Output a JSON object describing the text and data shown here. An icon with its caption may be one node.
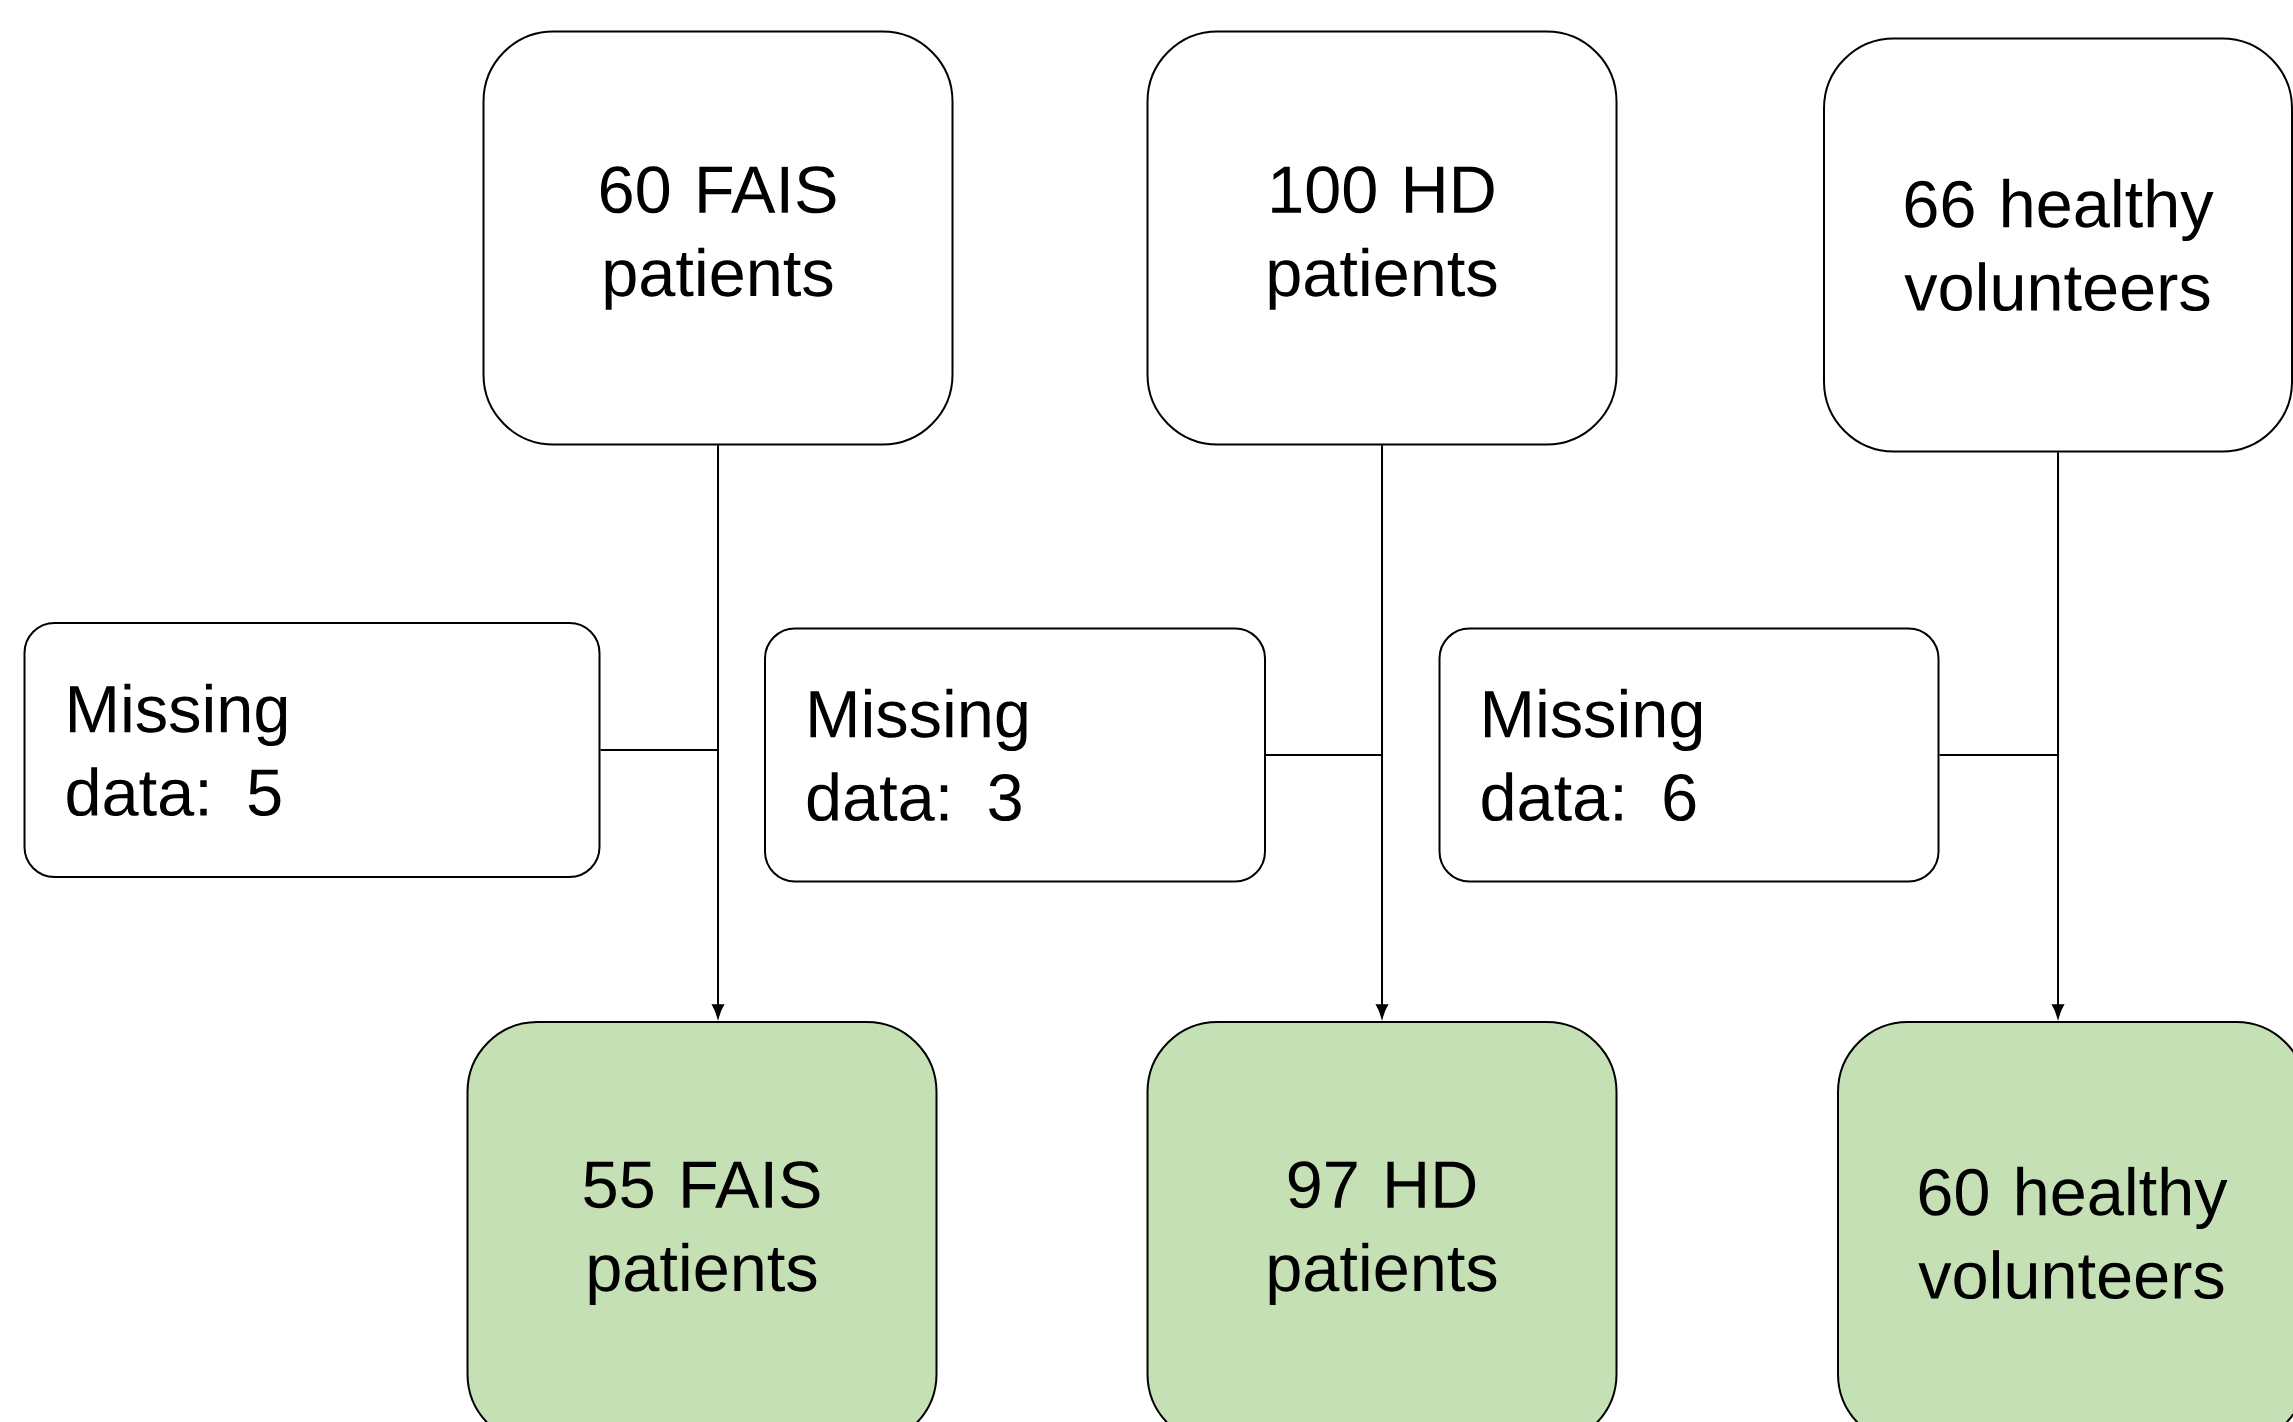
{
  "diagram": {
    "nodes": [
      {
        "text": [
          "60 FAIS patients"
        ]
      },
      {
        "text": [
          "100 HD patients"
        ]
      },
      {
        "text": [
          "66 healthy volunteers"
        ]
      },
      {
        "text": [
          "Missing data: 5"
        ]
      },
      {
        "text": [
          "Missing data: 3"
        ]
      },
      {
        "text": [
          "Missing data: 6"
        ]
      },
      {
        "text": [
          "55 FAIS patients"
        ]
      },
      {
        "text": [
          "97 HD patients"
        ]
      },
      {
        "text": [
          "60 healthy volunteers"
        ]
      }
    ],
    "edges": [
      {
        "from": 0,
        "to": 6,
        "arrow": "to"
      },
      {
        "from": 0,
        "to": 3,
        "arrow": "none"
      },
      {
        "from": 1,
        "to": 7,
        "arrow": "to"
      },
      {
        "from": 1,
        "to": 4,
        "arrow": "none"
      },
      {
        "from": 2,
        "to": 8,
        "arrow": "to"
      },
      {
        "from": 2,
        "to": 5,
        "arrow": "none"
      }
    ]
  }
}
